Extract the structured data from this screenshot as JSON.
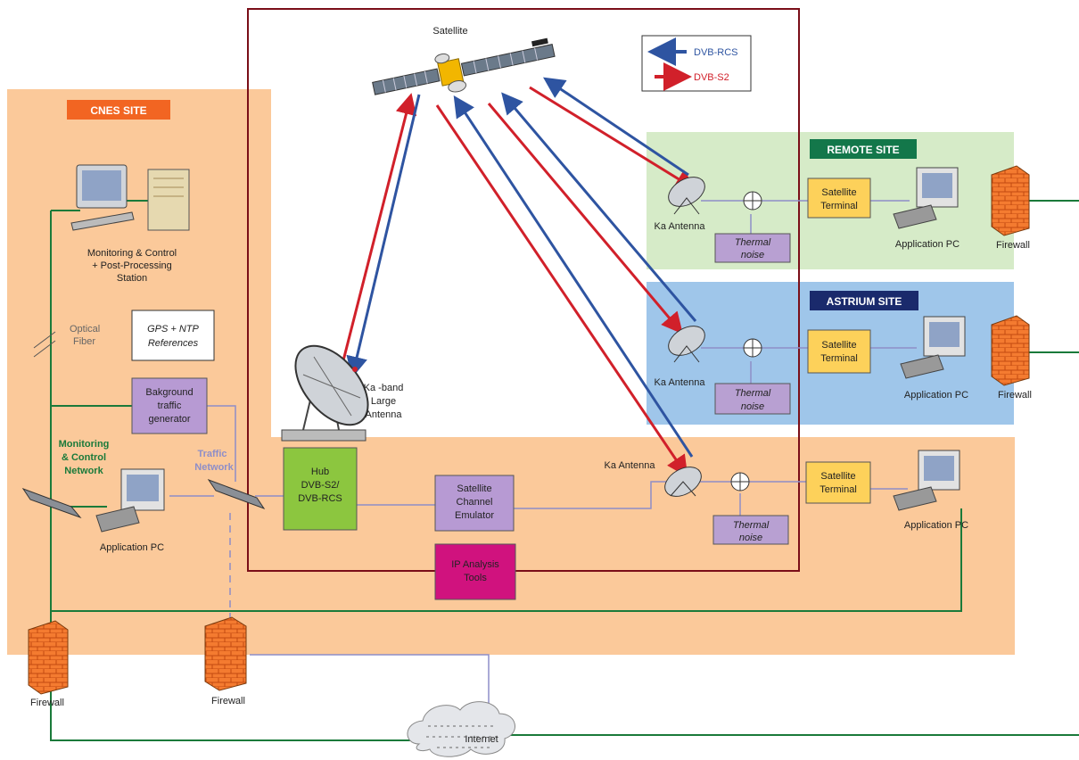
{
  "title_satellite": "Satellite",
  "legend": [
    {
      "label": "DVB-RCS",
      "color": "#2e54a1"
    },
    {
      "label": "DVB-S2",
      "color": "#d1202a"
    }
  ],
  "sites": {
    "cnes": {
      "label": "CNES SITE",
      "color": "#f26522"
    },
    "remote": {
      "label": "REMOTE SITE",
      "color": "#13774a"
    },
    "astrium": {
      "label": "ASTRIUM SITE",
      "color": "#1a2a6c"
    }
  },
  "cnes": {
    "monitoring_station": [
      "Monitoring & Control",
      "+ Post-Processing",
      "Station"
    ],
    "optical_fiber": [
      "Optical",
      "Fiber"
    ],
    "gps": [
      "GPS + NTP",
      "References"
    ],
    "bg_traffic": [
      "Bakground",
      "traffic",
      "generator"
    ],
    "mc_network": [
      "Monitoring",
      "& Control",
      "Network"
    ],
    "traffic_network": [
      "Traffic",
      "Network"
    ],
    "app_pc": "Application PC",
    "hub": [
      "Hub",
      "DVB-S2/",
      "DVB-RCS"
    ],
    "large_antenna": [
      "Ka -band",
      "Large",
      "Antenna"
    ],
    "channel_emulator": [
      "Satellite",
      "Channel",
      "Emulator"
    ],
    "ip_tools": [
      "IP Analysis",
      "Tools"
    ],
    "firewall_left": "Firewall",
    "firewall_mid": "Firewall",
    "internet": "Internet"
  },
  "ka_antenna": "Ka Antenna",
  "thermal_noise": [
    "Thermal",
    "noise"
  ],
  "sat_terminal": [
    "Satellite",
    "Terminal"
  ],
  "application_pc": "Application PC",
  "firewall": "Firewall",
  "colors": {
    "cnes_bg": "#fbc99a",
    "remote_bg": "#d6ebc8",
    "astrium_bg": "#9fc6ea",
    "dvb_rcs": "#2e54a1",
    "dvb_s2": "#d1202a",
    "green_link": "#1a7a3a",
    "purple_link": "#8e8ec8",
    "terminal": "#fdd15a",
    "noise": "#b8a0d2",
    "hub": "#8cc63f",
    "ip_tools": "#d0127e",
    "emulator": "#b79ad3"
  }
}
